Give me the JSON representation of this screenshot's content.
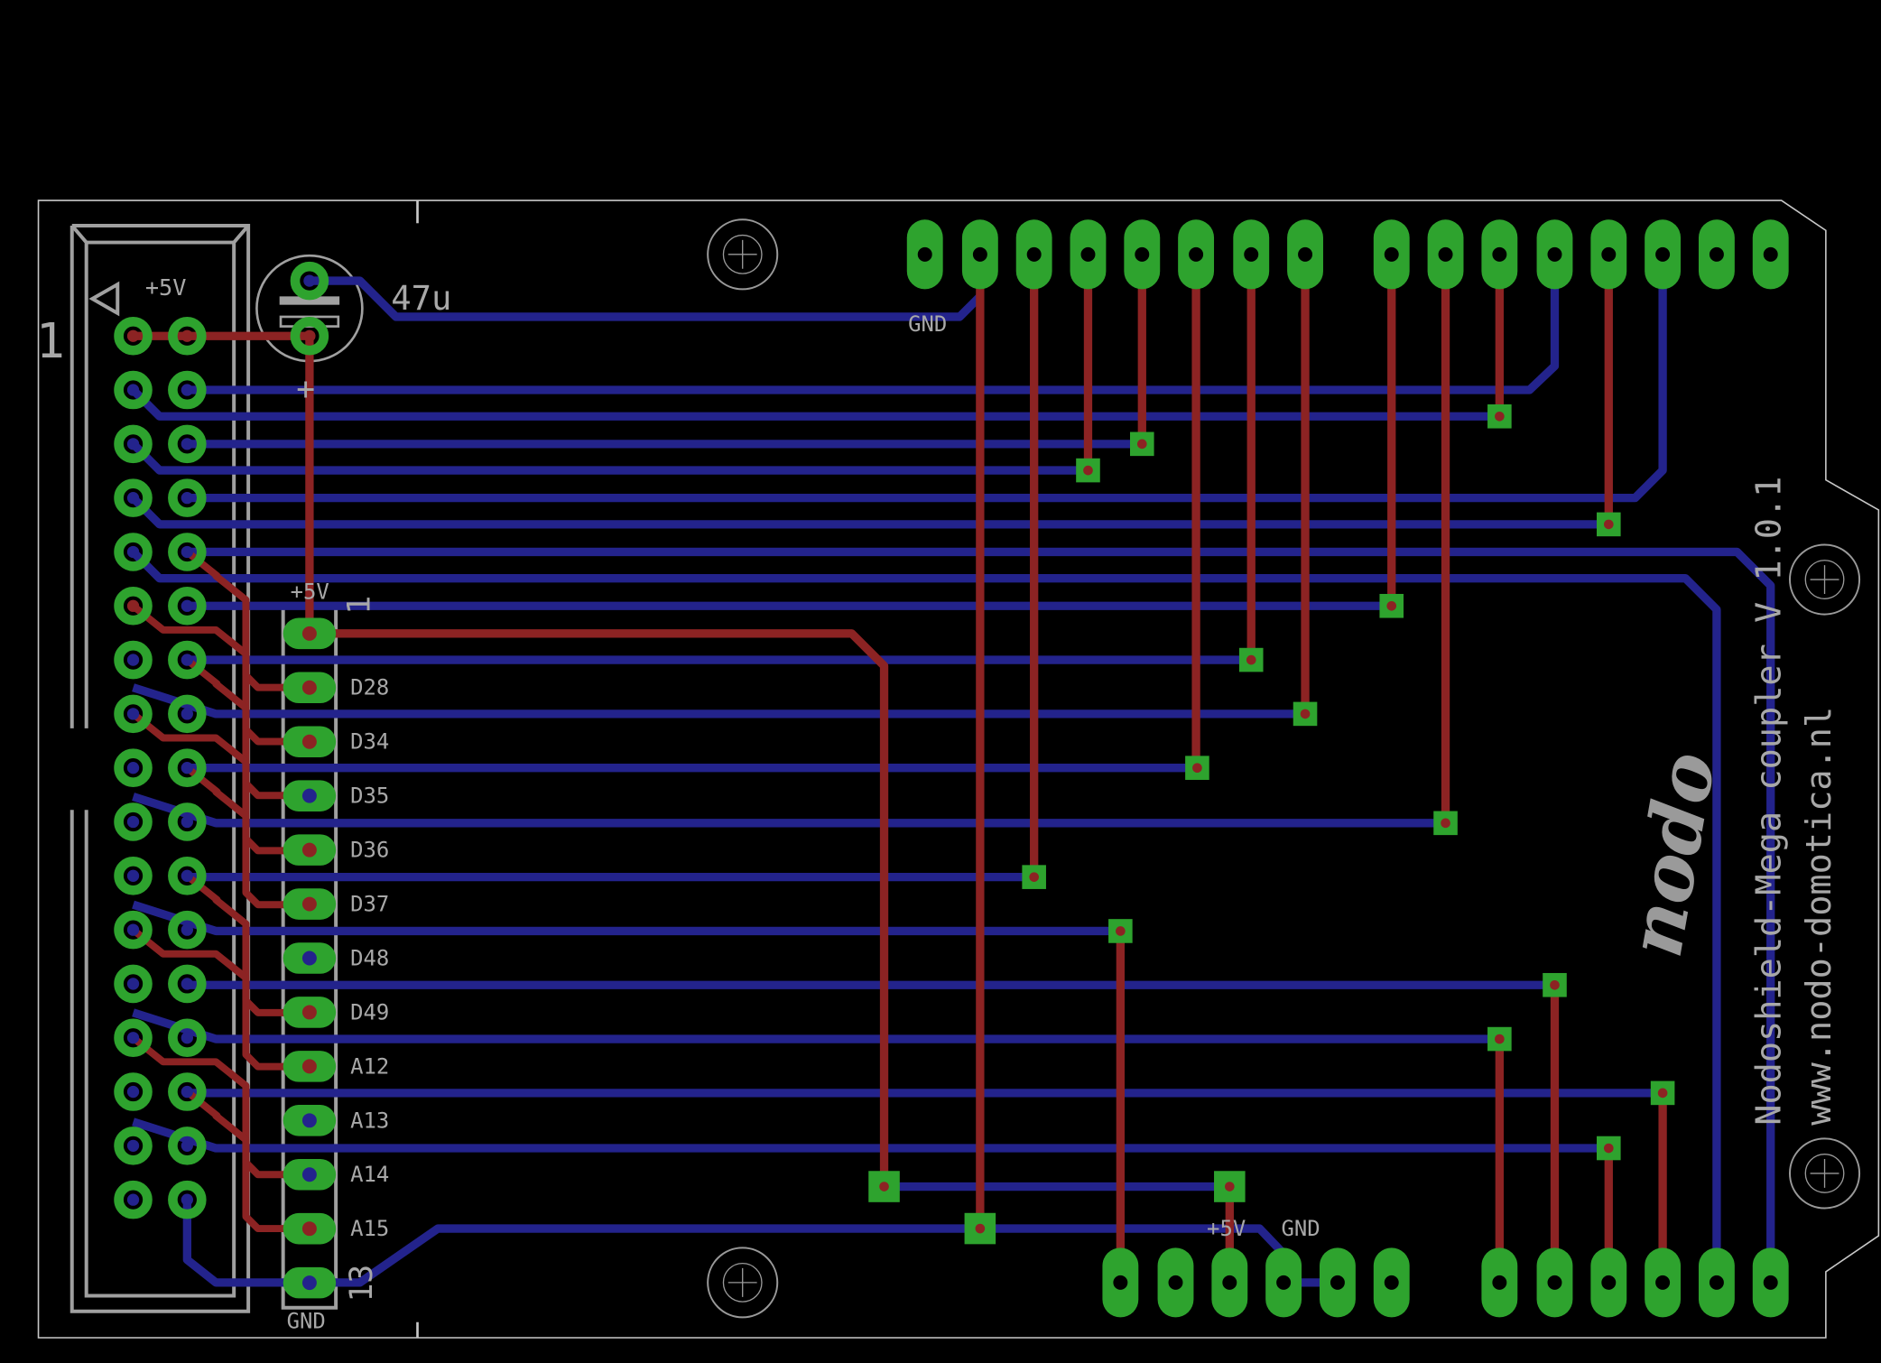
{
  "board": {
    "title": "Nodoshield-Mega coupler V 1.0.1",
    "url": "www.nodo-domotica.nl",
    "logo": "nodo"
  },
  "labels": {
    "header_pin1": "1",
    "header_5v": "+5V",
    "cap_value": "47u",
    "cap_plus": "+",
    "gnd_top": "GND",
    "sil_5v": "+5V",
    "sil_gnd": "GND",
    "bottom_5v": "+5V",
    "bottom_gnd": "GND"
  },
  "sil_pins": [
    "1",
    "D28",
    "D34",
    "D35",
    "D36",
    "D37",
    "D48",
    "D49",
    "A12",
    "A13",
    "A14",
    "A15",
    "13"
  ],
  "colors": {
    "bottom_layer": "#23238c",
    "top_layer": "#8c2323",
    "pads": "#2ea32e",
    "silkscreen": "#a0a0a0",
    "outline": "#c0c0c0"
  }
}
